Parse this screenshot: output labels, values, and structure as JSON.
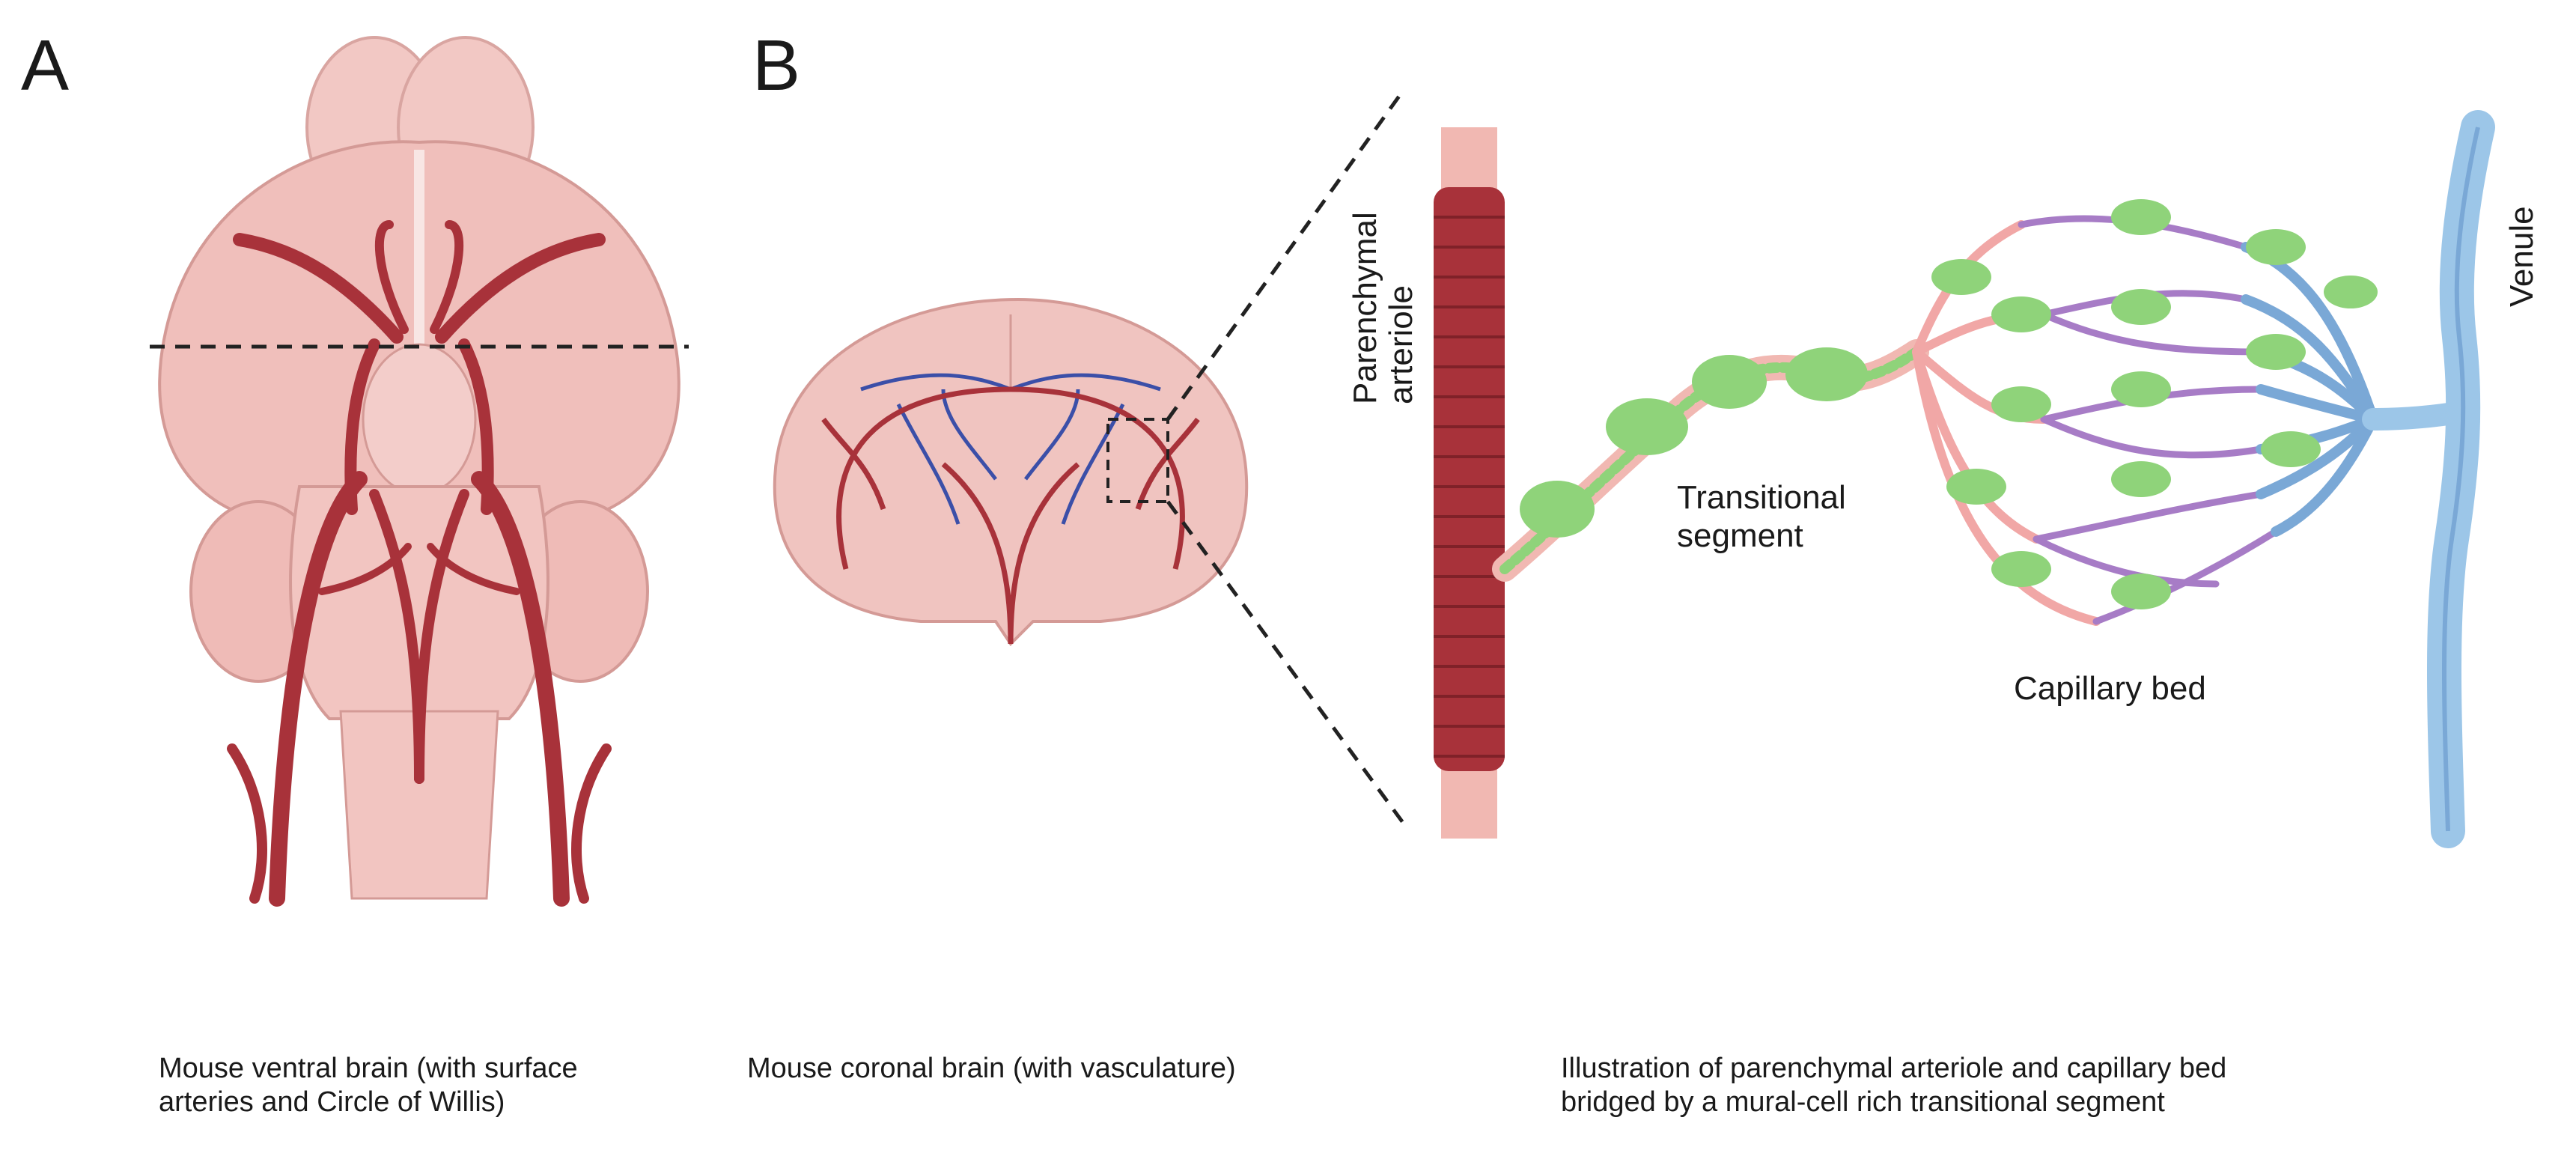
{
  "panels": {
    "a": {
      "letter": "A",
      "caption_line1": "Mouse ventral brain (with surface",
      "caption_line2": "arteries and Circle of Willis)"
    },
    "b": {
      "letter": "B",
      "caption_coronal": "Mouse coronal brain (with vasculature)",
      "caption_main_line1": "Illustration of parenchymal arteriole and capillary bed",
      "caption_main_line2": "bridged by a mural-cell rich transitional segment"
    }
  },
  "labels": {
    "parenchymal_line1": "Parenchymal",
    "parenchymal_line2": "arteriole",
    "transitional_line1": "Transitional",
    "transitional_line2": "segment",
    "capillary_bed": "Capillary bed",
    "venule": "Venule"
  },
  "colors": {
    "artery": "#a8323a",
    "vein": "#3b4fa8",
    "brain": "#f0c4c0",
    "brain_outline": "#d49a96",
    "mural_cell": "#8fd37a",
    "venule": "#9cc6e8",
    "capillary_purple": "#a77cc6"
  }
}
